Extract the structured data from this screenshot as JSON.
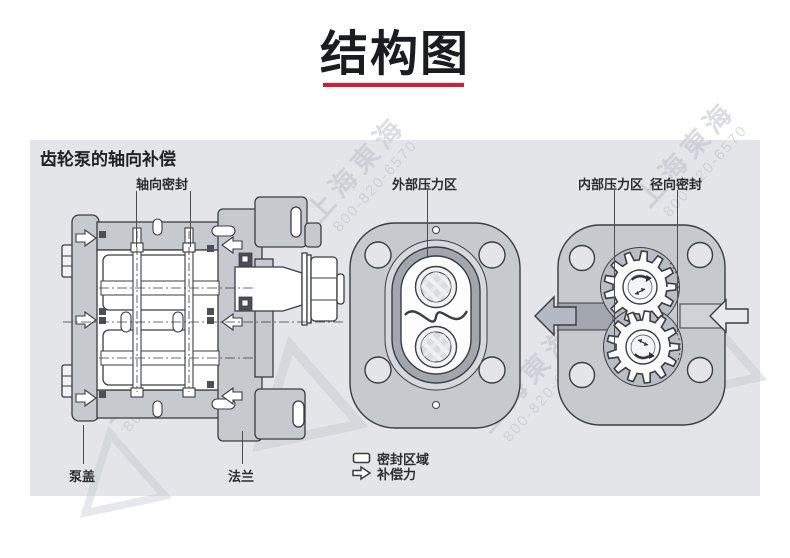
{
  "title": "结构图",
  "panel": {
    "heading": "齿轮泵的轴向补偿",
    "labels": {
      "axial_seal": "轴向密封",
      "external_pressure": "外部压力区",
      "internal_pressure": "内部压力区",
      "radial_seal": "径向密封",
      "pump_cover": "泵盖",
      "flange": "法兰"
    },
    "legend": {
      "seal_area": "密封区域",
      "compensation_force": "补偿力"
    }
  },
  "watermark": {
    "name": "上海東海",
    "phone": "800-820-6570"
  },
  "colors": {
    "accent_red": "#e0192e",
    "panel_bg": "#e3e5e8",
    "body_gray": "#c6cacf",
    "channel_gray": "#a2a7ae",
    "light_gray": "#d5d8dc",
    "outline": "#3a3d43",
    "seal_dark": "#4b4f56",
    "watermark_gray": "#b9bdc6",
    "text": "#26282c"
  }
}
